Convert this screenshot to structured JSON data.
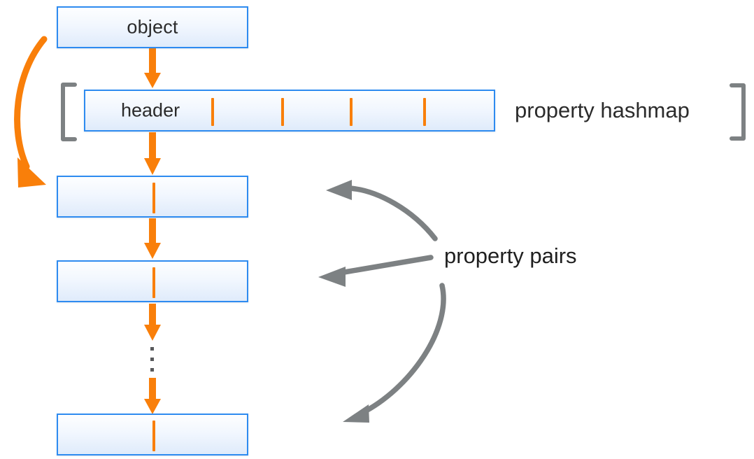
{
  "diagram": {
    "title": "JavaScript object property hashmap and property pairs layout",
    "colors": {
      "box_border": "#2e8bf0",
      "box_fill_top": "#fdfeff",
      "box_fill_bottom": "#dfebfb",
      "orange": "#f97f0a",
      "gray": "#7d8183",
      "text": "#2b2b2b",
      "background": "#ffffff"
    },
    "nodes": [
      {
        "id": "object",
        "label": "object"
      },
      {
        "id": "hashmap",
        "label": "header"
      },
      {
        "id": "pair1",
        "label": ""
      },
      {
        "id": "pair2",
        "label": ""
      },
      {
        "id": "pairN",
        "label": ""
      }
    ],
    "labels": {
      "property_hashmap": "property hashmap",
      "property_pairs": "property pairs"
    },
    "hashmap": {
      "slot_count": 4,
      "slot_marker": "tick"
    },
    "ellipsis": {
      "dot_count": 3,
      "meaning": "continuation"
    },
    "arrows": {
      "object_to_hashmap": "down-orange-arrow",
      "hashmap_to_pair1": "down-orange-arrow",
      "pair1_to_pair2": "down-orange-arrow",
      "pair2_to_ellipsis": "down-orange-arrow",
      "ellipsis_to_pairN": "down-orange-arrow",
      "object_to_pair1_curve": "curved-orange-arrow",
      "pairs_callout_top": "curved-gray-arrow",
      "pairs_callout_middle": "straight-gray-arrow",
      "pairs_callout_bottom": "curved-gray-arrow"
    }
  }
}
